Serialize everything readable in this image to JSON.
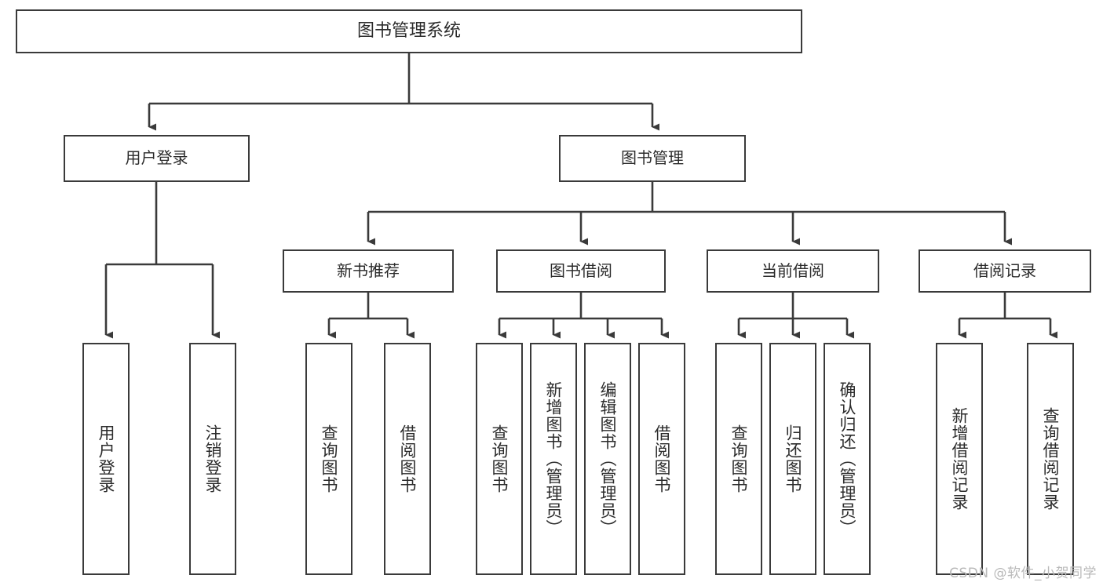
{
  "diagram": {
    "title": "图书管理系统",
    "type": "tree-hierarchy-chart",
    "watermark": "CSDN @软件_小贺同学",
    "colors": {
      "background": "#ffffff",
      "box_border": "#3a3a3a",
      "box_fill": "#ffffff",
      "connector": "#3a3a3a",
      "text": "#2b2b2b",
      "watermark": "#b9b9b9"
    },
    "root": {
      "id": "root",
      "label": "图书管理系统"
    },
    "level1": [
      {
        "id": "user-login",
        "label": "用户登录"
      },
      {
        "id": "book-manage",
        "label": "图书管理"
      }
    ],
    "level2": [
      {
        "id": "new-book-rec",
        "label": "新书推荐",
        "parent": "book-manage"
      },
      {
        "id": "book-borrow",
        "label": "图书借阅",
        "parent": "book-manage"
      },
      {
        "id": "current-borrow",
        "label": "当前借阅",
        "parent": "book-manage"
      },
      {
        "id": "borrow-record",
        "label": "借阅记录",
        "parent": "book-manage"
      }
    ],
    "leaves": [
      {
        "id": "leaf-user-login",
        "label": "用户登录",
        "parent": "user-login"
      },
      {
        "id": "leaf-logout",
        "label": "注销登录",
        "parent": "user-login"
      },
      {
        "id": "leaf-query-book-1",
        "label": "查询图书",
        "parent": "new-book-rec"
      },
      {
        "id": "leaf-borrow-book-1",
        "label": "借阅图书",
        "parent": "new-book-rec"
      },
      {
        "id": "leaf-query-book-2",
        "label": "查询图书",
        "parent": "book-borrow"
      },
      {
        "id": "leaf-add-book",
        "label": "新增图书（管理员）",
        "parent": "book-borrow"
      },
      {
        "id": "leaf-edit-book",
        "label": "编辑图书（管理员）",
        "parent": "book-borrow"
      },
      {
        "id": "leaf-borrow-book-2",
        "label": "借阅图书",
        "parent": "book-borrow"
      },
      {
        "id": "leaf-query-book-3",
        "label": "查询图书",
        "parent": "current-borrow"
      },
      {
        "id": "leaf-return-book",
        "label": "归还图书",
        "parent": "current-borrow"
      },
      {
        "id": "leaf-confirm-return",
        "label": "确认归还（管理员）",
        "parent": "current-borrow"
      },
      {
        "id": "leaf-add-record",
        "label": "新增借阅记录",
        "parent": "borrow-record"
      },
      {
        "id": "leaf-query-record",
        "label": "查询借阅记录",
        "parent": "borrow-record"
      }
    ]
  }
}
